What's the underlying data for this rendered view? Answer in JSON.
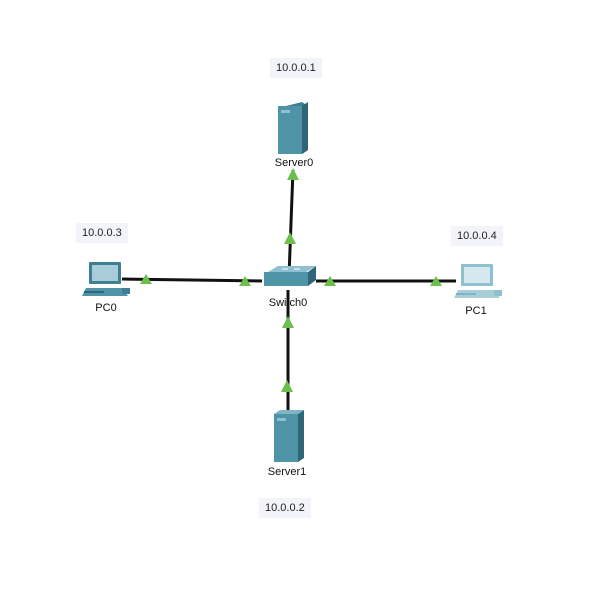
{
  "devices": {
    "server0": {
      "name": "Server0",
      "ip": "10.0.0.1"
    },
    "server1": {
      "name": "Server1",
      "ip": "10.0.0.2"
    },
    "pc0": {
      "name": "PC0",
      "ip": "10.0.0.3"
    },
    "pc1": {
      "name": "PC1",
      "ip": "10.0.0.4"
    },
    "switch0": {
      "name": "Switch0"
    }
  },
  "colors": {
    "link": "#111111",
    "link_status": "#6cbf4a",
    "server": "#4f93a6",
    "switch": "#4f93a6",
    "pc": "#4f93a6",
    "pc_light": "#a9cdd8",
    "ip_label_bg": "#f2f4fa"
  },
  "icons": {
    "server": "server-tower-icon",
    "pc": "desktop-pc-icon",
    "switch": "network-switch-icon",
    "link_status": "triangle-up-icon"
  }
}
